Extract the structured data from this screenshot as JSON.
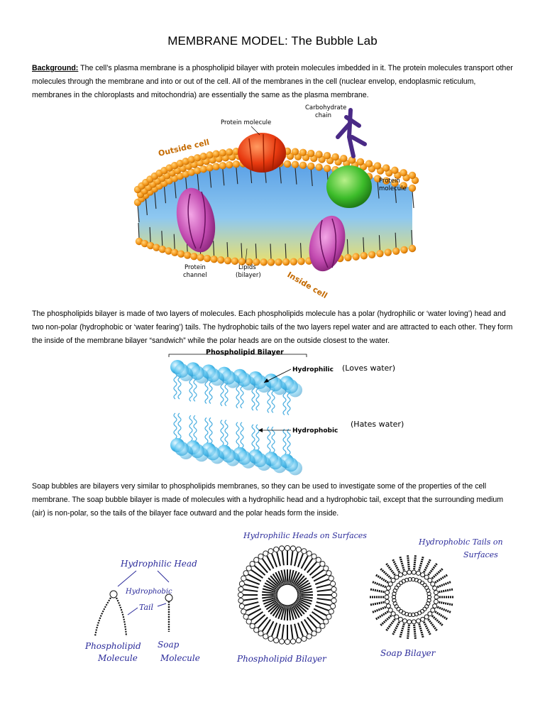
{
  "title": "MEMBRANE MODEL: The Bubble Lab",
  "background": {
    "lead": "Background:",
    "text": " The cell’s plasma membrane is a phospholipid bilayer with protein molecules imbedded in it. The protein molecules transport other molecules through the membrane and into or out of the cell. All of the membranes in the cell (nuclear envelop, endoplasmic reticulum, membranes in the chloroplasts and mitochondria) are essentially the same as the plasma membrane."
  },
  "figure1": {
    "outside_label": "Outside cell",
    "inside_label": "Inside cell",
    "protein_label": "Protein molecule",
    "carb_label_1": "Carbohydrate",
    "carb_label_2": "chain",
    "protein2_label_1": "Protein",
    "protein2_label_2": "molecule",
    "channel_label_1": "Protein",
    "channel_label_2": "channel",
    "lipids_label_1": "Lipids",
    "lipids_label_2": "(bilayer)"
  },
  "para2": "The phospholipids bilayer is made of two layers of molecules. Each phospholipids molecule has a polar (hydrophilic or ‘water loving’) head and two non-polar (hydrophobic or ‘water fearing’) tails. The hydrophobic tails of the two layers repel water and are attracted to each other. They form the inside of the membrane bilayer “sandwich” while the polar heads are on the outside closest to the water.",
  "figure2": {
    "title": "Phospholipid Bilayer",
    "hydrophilic": "Hydrophilic",
    "hydrophobic": "Hydrophobic",
    "loves": "(Loves water)",
    "hates": "(Hates water)"
  },
  "para3": "Soap bubbles are bilayers very similar to phospholipids membranes, so they can be used to investigate some of the properties of the cell membrane. The soap bubble bilayer is made of molecules with a hydrophilic head and a hydrophobic tail, except that the surrounding medium (air) is non-polar, so the tails of the bilayer face outward and the polar heads form the inside.",
  "figure3": {
    "hydrophilic_head": "Hydrophilic Head",
    "hydrophobic": "Hydrophobic",
    "tail": "Tail",
    "phospholipid_1": "Phospholipid",
    "phospholipid_2": "Molecule",
    "soap_1": "Soap",
    "soap_2": "Molecule",
    "heads_1": "Hydrophilic Heads on Surfaces",
    "bilayer_label": "Phospholipid Bilayer",
    "tails_1": "Hydrophobic Tails on",
    "tails_2": "Surfaces",
    "soap_bilayer": "Soap Bilayer"
  }
}
